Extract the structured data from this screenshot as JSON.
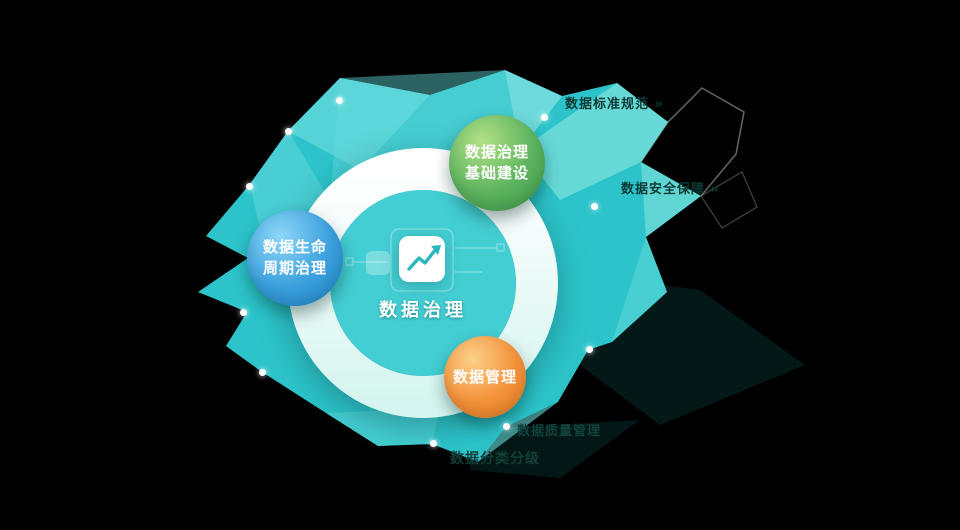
{
  "diagram": {
    "title": "数据治理",
    "center_icon": "line-chart-icon"
  },
  "nodes": {
    "foundation": {
      "line1": "数据治理",
      "line2": "基础建设",
      "color": "#4aa855"
    },
    "lifecycle": {
      "line1": "数据生命",
      "line2": "周期治理",
      "color": "#2a95d8"
    },
    "management": {
      "line1": "数据管理",
      "color": "#f08a2c"
    }
  },
  "faint_labels": {
    "top": "数据标准规范 »",
    "right": "数据安全保障 »",
    "bottom_mid": "数据质量管理",
    "bottom_left": "数据分类分级"
  },
  "palette": {
    "background": "#000000",
    "blob_teal": "#2cc4ca",
    "blob_light_facet": "#8fe7e0",
    "ring": "#ffffff",
    "inner_disc": "#43ced3",
    "icon_stroke": "#29b6bf"
  }
}
